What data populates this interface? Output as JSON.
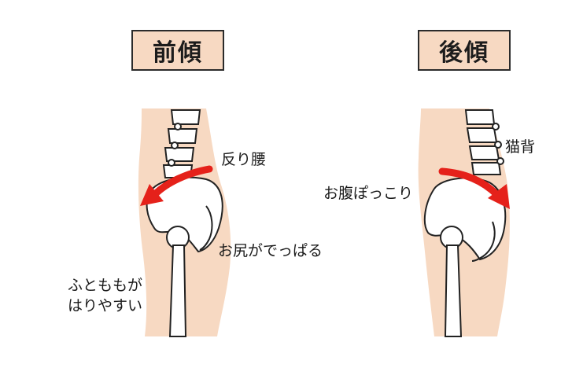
{
  "left": {
    "title": "前傾",
    "labels": {
      "lower_back": "反り腰",
      "buttocks": "お尻がでっぱる",
      "thigh_line1": "ふとももが",
      "thigh_line2": "はりやすい"
    }
  },
  "right": {
    "title": "後傾",
    "labels": {
      "belly": "お腹ぽっこり",
      "back": "猫背"
    }
  },
  "colors": {
    "skin": "#f7d9c2",
    "arrow": "#e5211a",
    "outline": "#222222",
    "bone": "#ffffff"
  }
}
